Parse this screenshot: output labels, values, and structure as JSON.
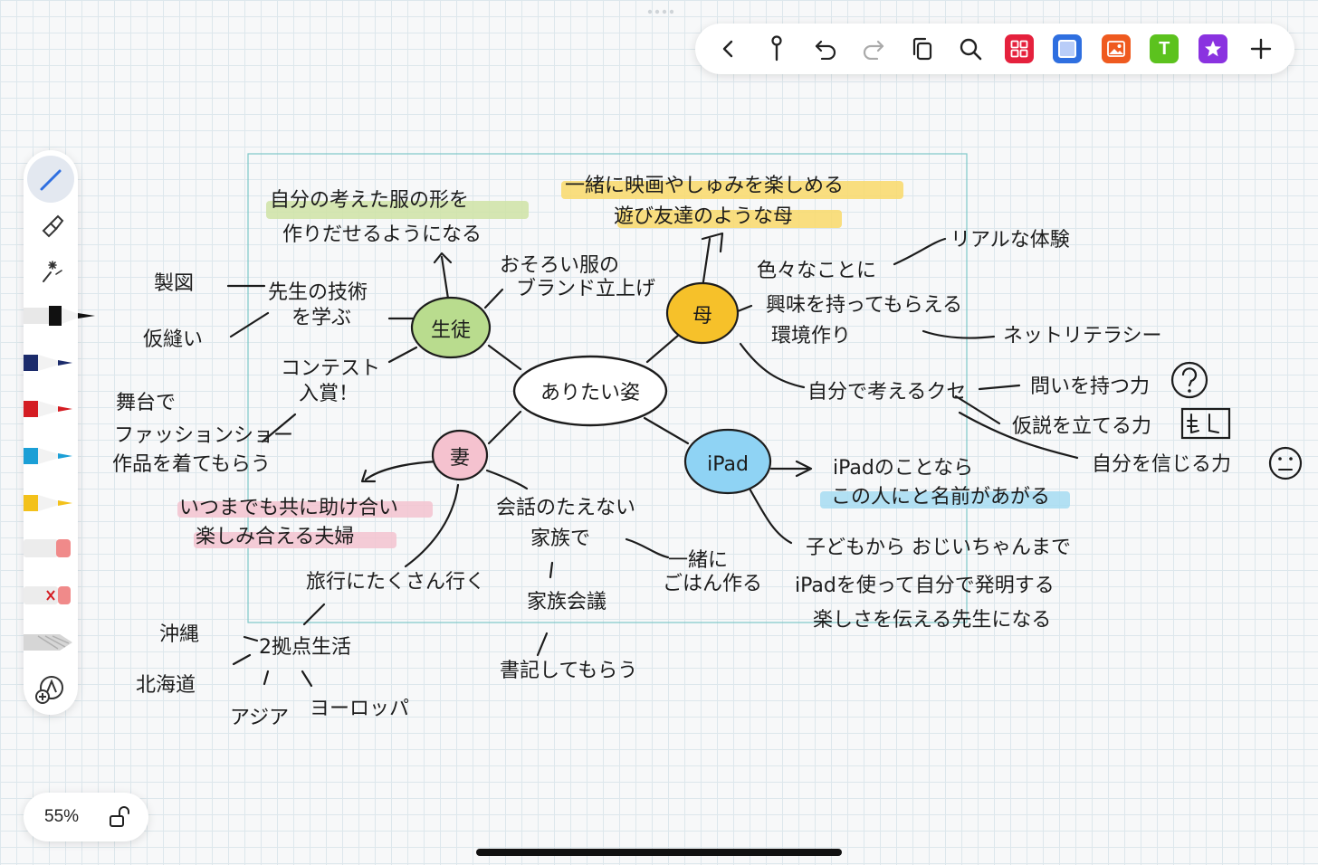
{
  "zoom": "55%",
  "colors": {
    "selection": "#7fc8c8",
    "hl_green": "#cfe3a6",
    "hl_yellow": "#f9d96a",
    "hl_pink": "#f3c3d0",
    "hl_blue": "#a6dcf2",
    "seito": "#b9dc8e",
    "haha": "#f6c12a",
    "tsuma": "#f5c2cf",
    "ipad": "#8fd3f4"
  },
  "toolbar": {
    "items": [
      "back-icon",
      "pointer-icon",
      "undo-icon",
      "redo-icon",
      "copy-pages-icon",
      "search-icon",
      "grid-app-icon",
      "shape-app-icon",
      "image-app-icon",
      "text-app-icon",
      "sticker-app-icon",
      "add-icon"
    ],
    "text_app_label": "T"
  },
  "palette": {
    "items": [
      "pen-tool-icon",
      "eraser-tool-icon",
      "lasso-tool-icon",
      "black-pen",
      "navy-pen",
      "red-pen",
      "cyan-pen",
      "yellow-pen",
      "pink-eraser",
      "red-eraser",
      "gray-tool",
      "add-tool-icon"
    ]
  },
  "mindmap": {
    "center": "ありたい姿",
    "seito": "生徒",
    "haha": "母",
    "tsuma": "妻",
    "ipad": "iPad",
    "goal_seito_1": "自分の考えた服の形を",
    "goal_seito_2": "作りだせるようになる",
    "goal_haha_1": "一緒に映画やしゅみを楽しめる",
    "goal_haha_2": "遊び友達のような母",
    "sensei_1": "先生の技術",
    "sensei_2": "を学ぶ",
    "seizu": "製図",
    "karinui": "仮縫い",
    "osoroi_1": "おそろい服の",
    "osoroi_2": "ブランド立上げ",
    "contest_1": "コンテスト",
    "contest_2": "入賞！",
    "butai_1": "舞台で",
    "butai_2": "ファッションショー",
    "butai_3": "作品を着てもらう",
    "iroiro": "色々なことに",
    "real": "リアルな体験",
    "kyoumi": "興味を持ってもらえる",
    "kankyo": "環境作り",
    "net": "ネットリテラシー",
    "jibun": "自分で考えるクセ",
    "toi": "問いを持つ力",
    "kasetsu": "仮説を立てる力",
    "shinjiru": "自分を信じる力",
    "tsuma_goal_1": "いつまでも共に助け合い",
    "tsuma_goal_2": "楽しみ合える夫婦",
    "kaiwa_1": "会話のたえない",
    "kaiwa_2": "家族で",
    "issho_1": "一緒に",
    "issho_2": "ごはん作る",
    "kaigi": "家族会議",
    "shoki": "書記してもらう",
    "ryoko": "旅行にたくさん行く",
    "okinawa": "沖縄",
    "nikyoten": "2拠点生活",
    "hokkaido": "北海道",
    "asia": "アジア",
    "europe": "ヨーロッパ",
    "ipad_goal_1": "iPadのことなら",
    "ipad_goal_2": "この人にと名前があがる",
    "kodomo_1": "子どもから おじいちゃんまで",
    "kodomo_2": "iPadを使って自分で発明する",
    "kodomo_3": "楽しさを伝える先生になる"
  }
}
